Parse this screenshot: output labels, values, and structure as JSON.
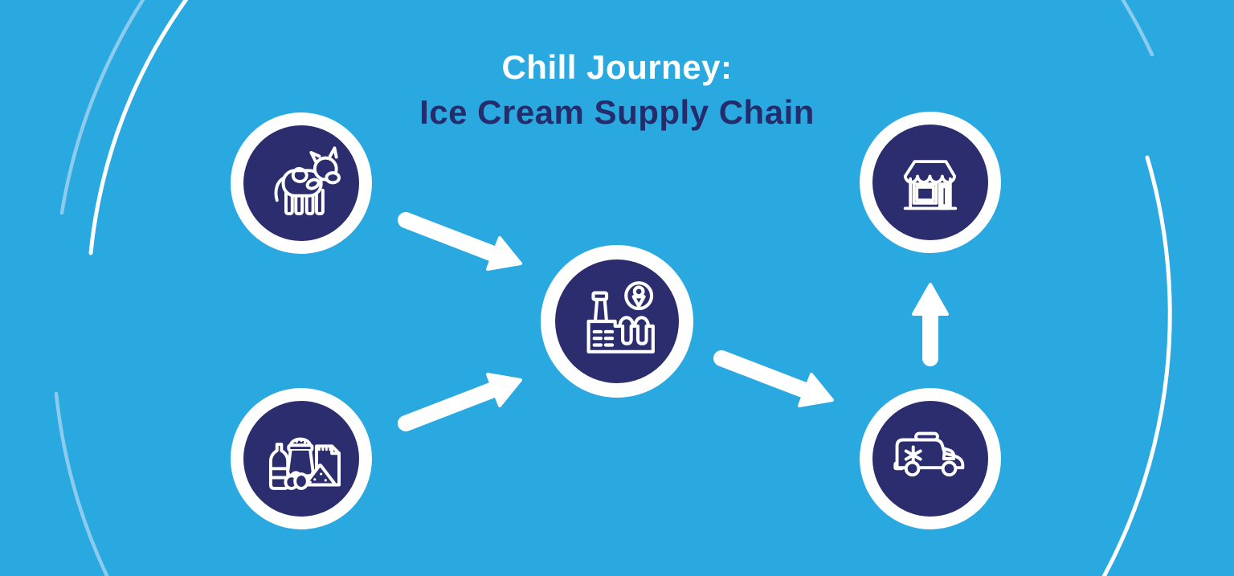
{
  "title": {
    "line1": "Chill Journey:",
    "line2": "Ice Cream Supply Chain"
  },
  "palette": {
    "background": "#2AA9E0",
    "node_fill": "#2C2D6E",
    "node_ring": "#FFFFFF",
    "title_line1_color": "#FFFFFF",
    "title_line2_color": "#252B6B",
    "arrow_color": "#FFFFFF",
    "decorative_arc_white": "#FFFFFF",
    "decorative_arc_light_blue": "#8CCBEE",
    "icon_stroke": "#FFFFFF"
  },
  "nodes": [
    {
      "id": "milk-source",
      "icon": "cow-icon",
      "position": "top-left"
    },
    {
      "id": "ingredients",
      "icon": "ingredients-icon",
      "position": "bottom-left"
    },
    {
      "id": "factory",
      "icon": "ice-cream-factory-icon",
      "position": "center"
    },
    {
      "id": "distribution",
      "icon": "refrigerated-truck-icon",
      "position": "bottom-right"
    },
    {
      "id": "retail",
      "icon": "storefront-icon",
      "position": "top-right"
    }
  ],
  "flows": [
    {
      "from": "milk-source",
      "to": "factory"
    },
    {
      "from": "ingredients",
      "to": "factory"
    },
    {
      "from": "factory",
      "to": "distribution"
    },
    {
      "from": "distribution",
      "to": "retail"
    }
  ]
}
